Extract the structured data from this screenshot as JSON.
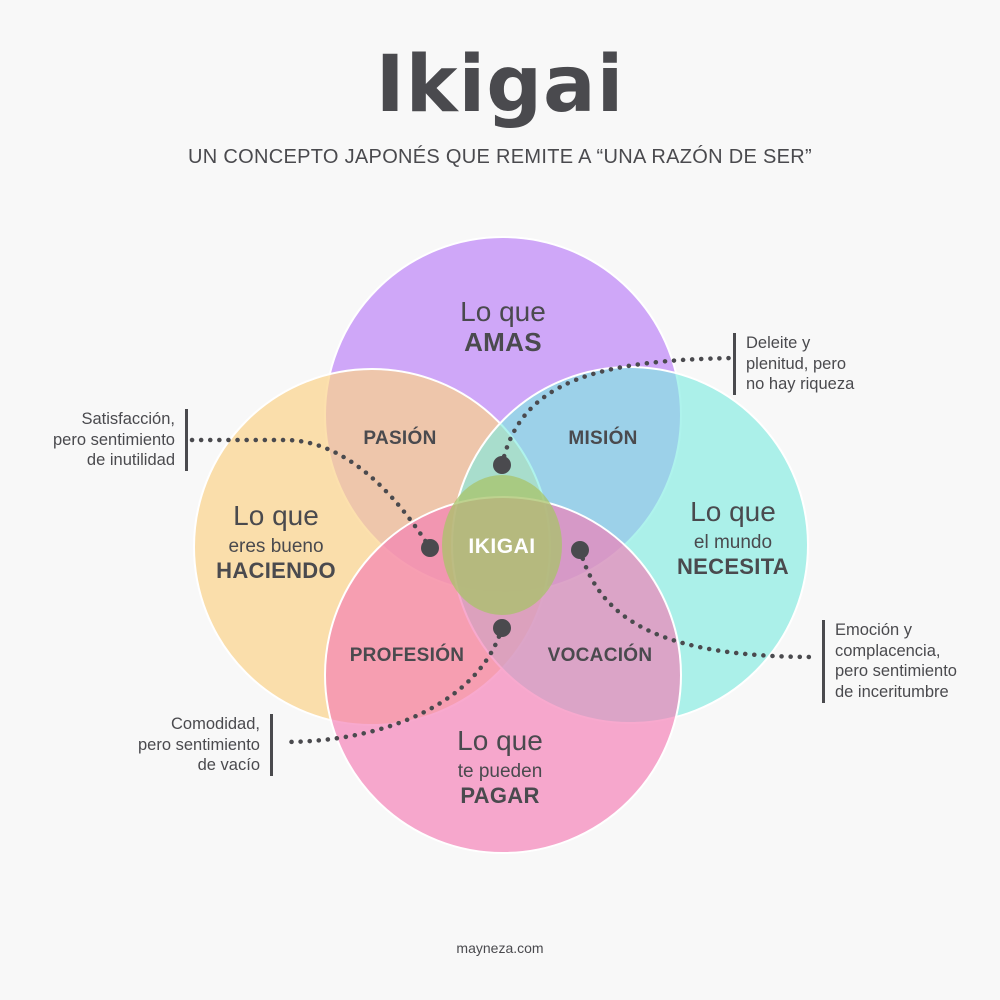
{
  "title": "Ikigai",
  "subtitle": "UN CONCEPTO JAPONÉS QUE REMITE A “UNA RAZÓN DE SER”",
  "circles": {
    "amas": {
      "lead": "Lo que",
      "emph": "AMAS",
      "color": "#c38ff7"
    },
    "bueno": {
      "lead": "Lo que",
      "sub": "eres bueno",
      "emph": "HACIENDO",
      "color": "#fbd38a"
    },
    "mundo": {
      "lead": "Lo que",
      "sub": "el mundo",
      "emph": "NECESITA",
      "color": "#7debe0"
    },
    "pagar": {
      "lead": "Lo que",
      "sub": "te pueden",
      "emph": "PAGAR",
      "color": "#f57cb4"
    }
  },
  "regions": {
    "pasion": "PASIÓN",
    "mision": "MISIÓN",
    "profesion": "PROFESIÓN",
    "vocacion": "VOCACIÓN",
    "center": "IKIGAI"
  },
  "annotations": {
    "satisfaccion": [
      "Satisfacción,",
      "pero sentimiento",
      "de inutilidad"
    ],
    "deleite": [
      "Deleite y",
      "plenitud, pero",
      "no hay riqueza"
    ],
    "emocion": [
      "Emoción y",
      "complacencia,",
      "pero sentimiento",
      "de inceritumbre"
    ],
    "comodidad": [
      "Comodidad,",
      "pero sentimiento",
      "de vacío"
    ]
  },
  "footer": "mayneza.com"
}
